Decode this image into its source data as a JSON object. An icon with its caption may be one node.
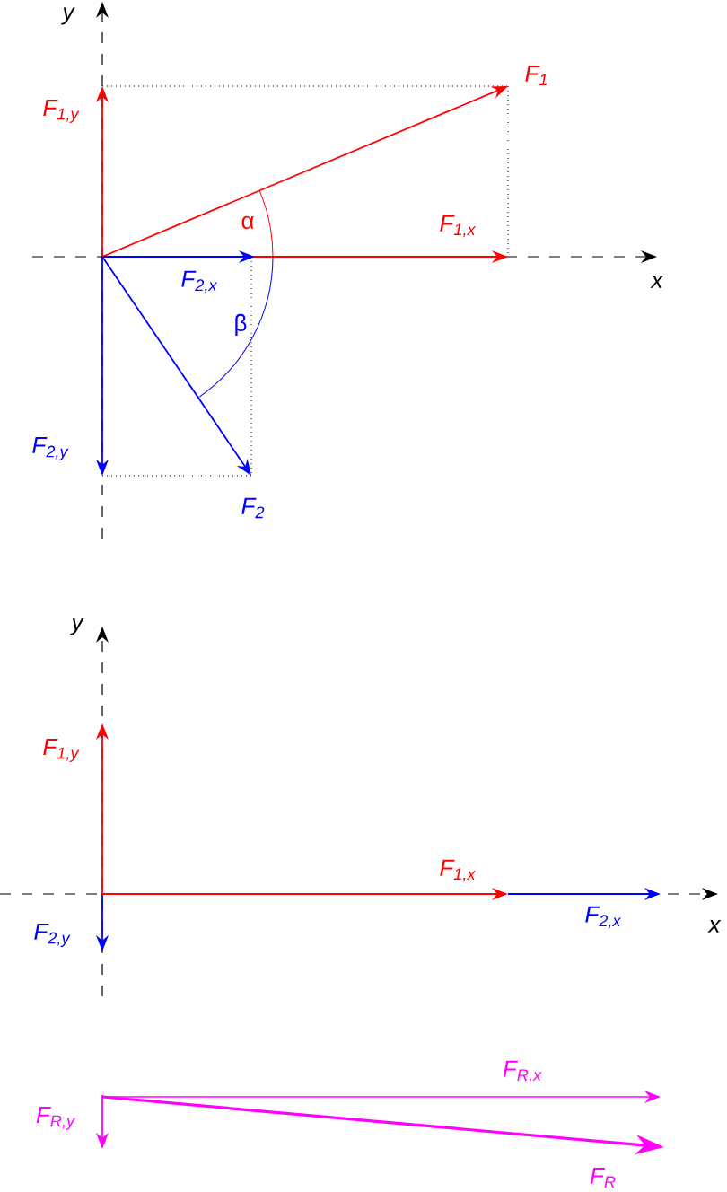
{
  "diagram": {
    "labels": [
      "y",
      "F$_{1,y}$",
      "F$_{1}$",
      "α",
      "F$_{1,x}$",
      "x",
      "F$_{2,x}$",
      "β",
      "F$_{2,y}$",
      "F$_{2}$",
      "y",
      "F$_{1,y}$",
      "F$_{1,x}$",
      "x",
      "F$_{2,y}$",
      "F$_{2,x}$",
      "F$_{R,x}$",
      "F$_{R,y}$",
      "F$_{R}$"
    ]
  }
}
